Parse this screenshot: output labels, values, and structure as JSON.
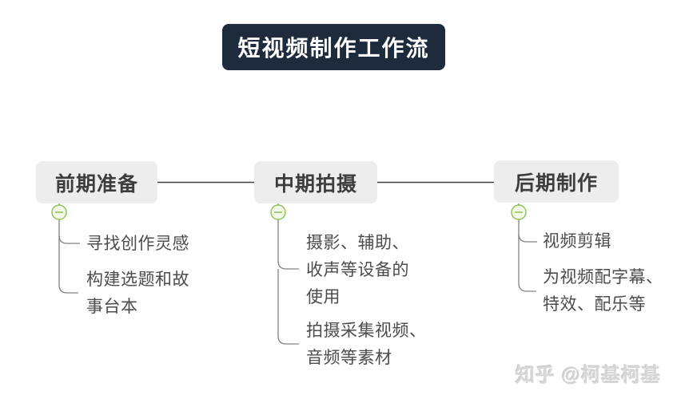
{
  "title": "短视频制作工作流",
  "branches": [
    {
      "label": "前期准备",
      "items": [
        "寻找创作灵感",
        "构建选题和故\n事台本"
      ]
    },
    {
      "label": "中期拍摄",
      "items": [
        "摄影、辅助、\n收声等设备的\n使用",
        "拍摄采集视频、\n音频等素材"
      ]
    },
    {
      "label": "后期制作",
      "items": [
        "视频剪辑",
        "为视频配字幕、\n特效、配乐等"
      ]
    }
  ],
  "collapse_icon_symbol": "minus",
  "watermark": "知乎 @柯基柯基",
  "colors": {
    "title_bg": "#1e2b3d",
    "node_bg": "#ededed",
    "node_text": "#3d3d3d",
    "item_text": "#4c4c4c",
    "link_line": "#3f3f3f",
    "branch_line": "#828282",
    "collapse_green": "#94c35c",
    "collapse_fill": "#f2f9e6"
  }
}
